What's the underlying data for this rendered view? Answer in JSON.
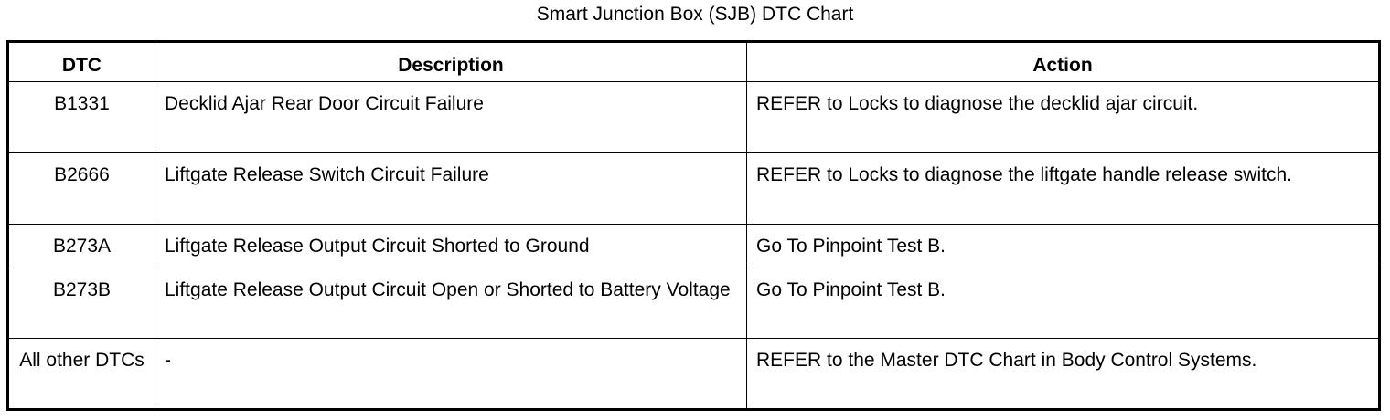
{
  "title": "Smart Junction Box (SJB) DTC Chart",
  "table": {
    "headers": {
      "dtc": "DTC",
      "description": "Description",
      "action": "Action"
    },
    "rows": [
      {
        "dtc": "B1331",
        "description": "Decklid Ajar Rear Door Circuit Failure",
        "action": "REFER to Locks to diagnose the decklid ajar circuit."
      },
      {
        "dtc": "B2666",
        "description": "Liftgate Release Switch Circuit Failure",
        "action": "REFER to Locks to diagnose the liftgate handle release switch."
      },
      {
        "dtc": "B273A",
        "description": "Liftgate Release Output Circuit Shorted to Ground",
        "action": "Go To Pinpoint Test B."
      },
      {
        "dtc": "B273B",
        "description": "Liftgate Release Output Circuit Open or Shorted to Battery Voltage",
        "action": "Go To Pinpoint Test B."
      },
      {
        "dtc": "All other DTCs",
        "description": "-",
        "action": "REFER to the Master DTC Chart in Body Control Systems."
      }
    ]
  }
}
